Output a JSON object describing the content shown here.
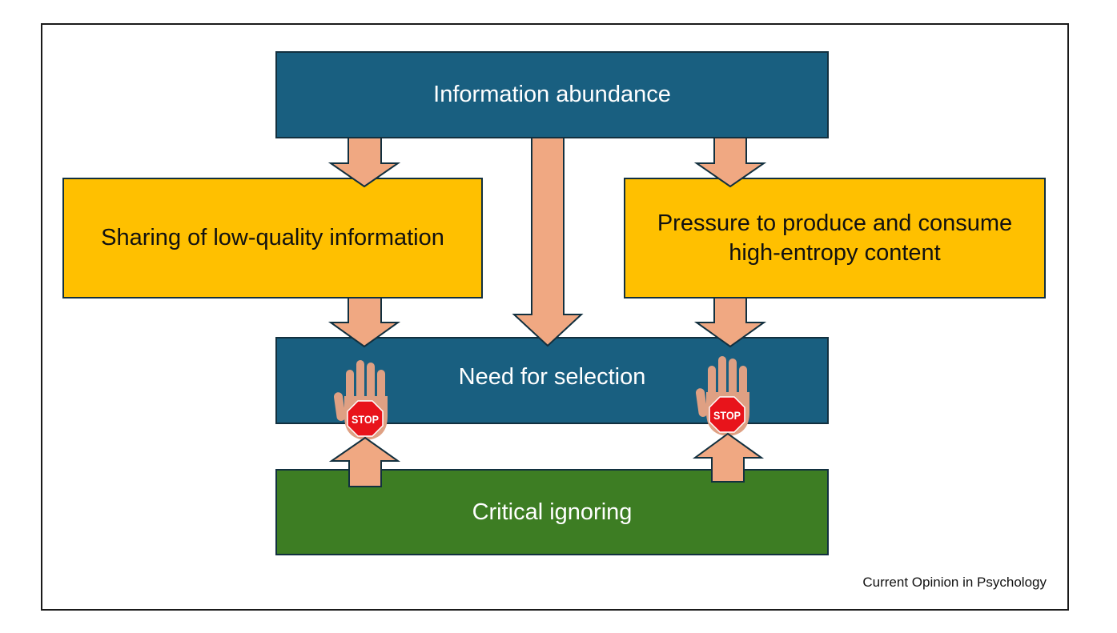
{
  "diagram": {
    "nodes": {
      "top": {
        "label": "Information abundance",
        "color": "#195F80"
      },
      "left": {
        "label": "Sharing of low-quality information",
        "color": "#FFC000"
      },
      "right": {
        "label": "Pressure to produce and consume high-entropy content",
        "color": "#FFC000"
      },
      "middle": {
        "label": "Need for selection",
        "color": "#195F80"
      },
      "bottom": {
        "label": "Critical ignoring",
        "color": "#3D7D23"
      }
    },
    "edges": [
      {
        "from": "Information abundance",
        "to": "Sharing of low-quality information",
        "direction": "down"
      },
      {
        "from": "Information abundance",
        "to": "Need for selection",
        "direction": "down"
      },
      {
        "from": "Information abundance",
        "to": "Pressure to produce and consume high-entropy content",
        "direction": "down"
      },
      {
        "from": "Sharing of low-quality information",
        "to": "Need for selection",
        "direction": "down"
      },
      {
        "from": "Pressure to produce and consume high-entropy content",
        "to": "Need for selection",
        "direction": "down"
      },
      {
        "from": "Critical ignoring",
        "to": "Need for selection",
        "direction": "up",
        "marker": "stop-hand"
      },
      {
        "from": "Critical ignoring",
        "to": "Need for selection",
        "direction": "up",
        "marker": "stop-hand"
      }
    ],
    "arrow_color": "#F0A882",
    "stop_sign_text": "STOP",
    "stop_sign_color": "#E8141B",
    "hand_color": "#DFA083"
  },
  "caption": "Current Opinion in Psychology"
}
